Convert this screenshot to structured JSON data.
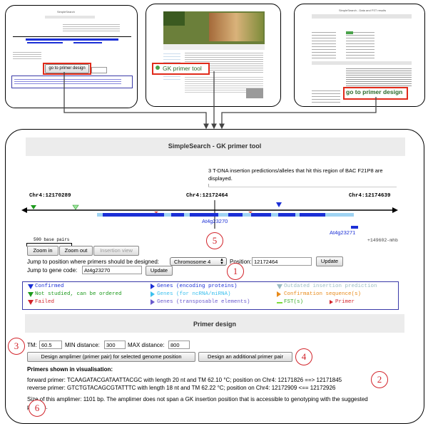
{
  "thumbnails": {
    "left": {
      "button": "go to primer design",
      "title": "SimpleSearch"
    },
    "middle": {
      "link": "GK primer tool"
    },
    "right": {
      "button": "go to primer design",
      "title": "SimpleSearch - Data and FST results"
    }
  },
  "tool": {
    "title": "SimpleSearch - GK primer tool",
    "insertion_info": "3 T-DNA insertion predictions/alleles that hit this region of BAC F21P8 are displayed.",
    "coords": {
      "left": "Chr4:12170289",
      "center": "Chr4:12172464",
      "right": "Chr4:12174639"
    },
    "genes": {
      "main": "At4g23270",
      "second": "At4g23271"
    },
    "scale_bar": "500 base pairs",
    "right_note": "+149602-mhb",
    "buttons": {
      "zoom_in": "Zoom in",
      "zoom_out": "Zoom out",
      "insertion_view": "Insertion view",
      "update1": "Update",
      "update2": "Update"
    },
    "jump_position_label": "Jump to position where primers should be designed:",
    "chromosome_select": "Chromosome 4",
    "position_label": "Position:",
    "position_value": "12172464",
    "jump_gene_label": "Jump to gene code:",
    "gene_code_value": "At4g23270"
  },
  "legend": {
    "confirmed": "Confirmed",
    "not_studied": "Not studied, can be ordered",
    "failed": "Failed",
    "genes_protein": "Genes (encoding proteins)",
    "genes_ncrna": "Genes (for ncRNA/miRNA)",
    "genes_te": "Genes (transposable elements)",
    "outdated": "Outdated insertion prediction",
    "confirmation_seq": "Confirmation sequence(s)",
    "fst": "FST(s)",
    "primer": "Primer"
  },
  "primer_design": {
    "heading": "Primer design",
    "tm_label": "TM:",
    "tm_value": "60.5",
    "min_label": "MIN distance:",
    "min_value": "300",
    "max_label": "MAX distance:",
    "max_value": "800",
    "design_button": "Design amplimer (primer pair) for selected genome position",
    "additional_button": "Design an additional primer pair",
    "primers_heading": "Primers shown in visualisation:",
    "forward": "forward primer: TCAAGATACGATAATTACGC with length 20 nt and TM 62.10 °C; position on Chr4: 12171826 ==> 12171845",
    "reverse": "reverse primer: GTCTGTACAGCGTATTTC with length 18 nt and TM 62.22 °C; position on Chr4: 12172909 <== 12172926",
    "size_note": "Size of this amplimer: 1101 bp. The amplimer does not span a GK insertion position that is accessible to genotyping with the suggested primers."
  },
  "callouts": [
    "1",
    "2",
    "3",
    "4",
    "5",
    "6"
  ],
  "colors": {
    "red_outline": "#e02a1a",
    "callout_red": "#d2232a",
    "gene_blue": "#1b2fd6",
    "light_blue": "#9fd3f3",
    "green": "#1c9a1c",
    "legend_blue": "#3a3aa8"
  }
}
